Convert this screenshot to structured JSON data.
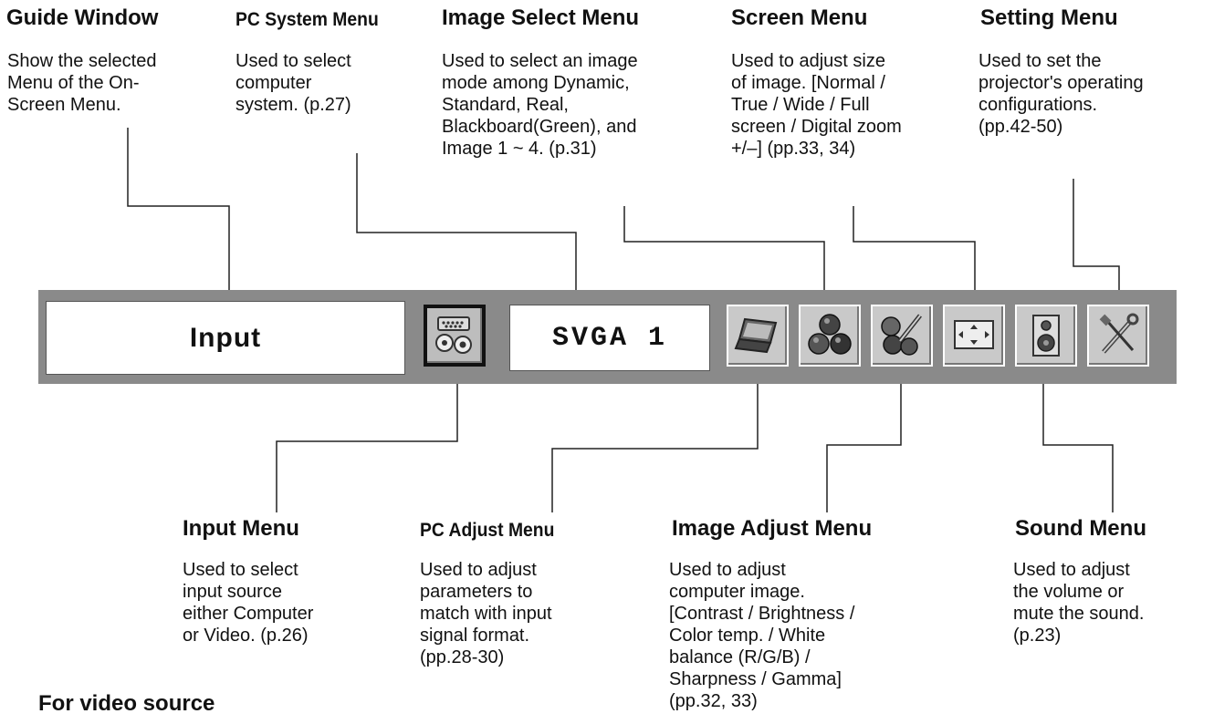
{
  "top_labels": {
    "guide_window": {
      "title": "Guide Window",
      "desc": "Show the selected\nMenu of the On-\nScreen Menu."
    },
    "pc_system_menu": {
      "title": "PC System Menu",
      "desc": "Used to select\ncomputer\nsystem.  (p.27)"
    },
    "image_select_menu": {
      "title": "Image Select Menu",
      "desc": "Used to select an image\nmode among Dynamic,\nStandard, Real,\nBlackboard(Green), and\nImage 1 ~ 4.  (p.31)"
    },
    "screen_menu": {
      "title": "Screen Menu",
      "desc": "Used to adjust size\nof image.  [Normal /\nTrue / Wide / Full\nscreen / Digital zoom\n+/–]  (pp.33, 34)"
    },
    "setting_menu": {
      "title": "Setting Menu",
      "desc": "Used to set the\nprojector's operating\nconfigurations.\n (pp.42-50)"
    }
  },
  "bottom_labels": {
    "input_menu": {
      "title": "Input Menu",
      "desc": "Used to select\ninput source\neither Computer\nor Video.  (p.26)"
    },
    "pc_adjust_menu": {
      "title": "PC Adjust Menu",
      "desc": "Used to adjust\nparameters to\nmatch with input\nsignal format.\n(pp.28-30)"
    },
    "image_adjust_menu": {
      "title": "Image Adjust Menu",
      "desc": "Used to adjust\ncomputer image.\n[Contrast / Brightness /\nColor temp. / White\nbalance (R/G/B) /\nSharpness / Gamma]\n(pp.32, 33)"
    },
    "sound_menu": {
      "title": "Sound Menu",
      "desc": "Used to adjust\nthe volume or\nmute the sound.\n(p.23)"
    }
  },
  "menu_bar": {
    "guide_text": "Input",
    "pc_system_text": "SVGA 1",
    "icons": [
      "input-icon",
      "laptop-icon",
      "color-balls-icon",
      "palette-brush-icon",
      "screen-arrows-icon",
      "speaker-icon",
      "wrench-screwdriver-icon"
    ]
  },
  "section_caption": "For video source"
}
